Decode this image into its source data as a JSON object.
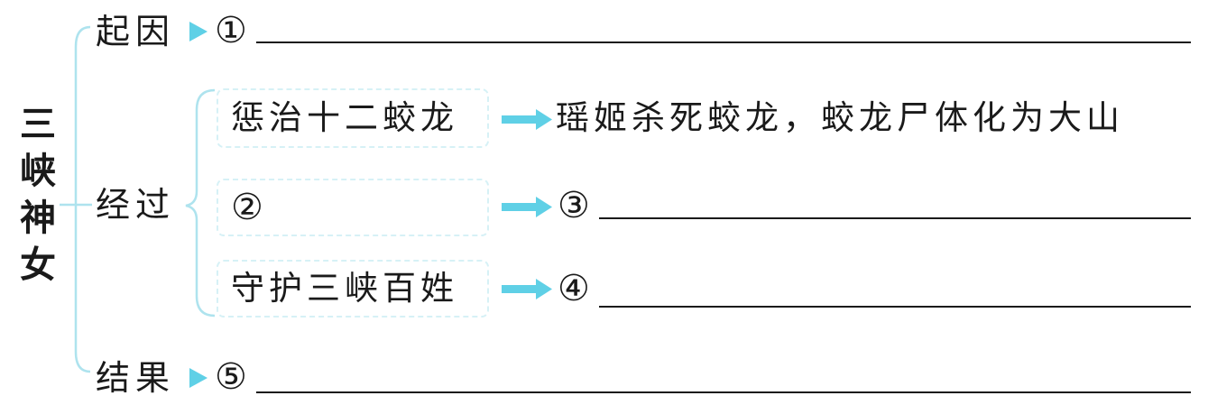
{
  "title_chars": [
    "三",
    "峡",
    "神",
    "女"
  ],
  "branches": {
    "cause": {
      "label": "起因",
      "number": "①"
    },
    "process": {
      "label": "经过"
    },
    "result": {
      "label": "结果",
      "number": "⑤"
    }
  },
  "process_rows": [
    {
      "box_text": "惩治十二蛟龙",
      "result_text": "瑶姬杀死蛟龙，蛟龙尸体化为大山"
    },
    {
      "box_text": "②",
      "result_number": "③"
    },
    {
      "box_text": "守护三峡百姓",
      "result_number": "④"
    }
  ],
  "colors": {
    "connector": "#aee3ee",
    "arrow": "#5fd0e6",
    "dashed_border": "#d6f1f6",
    "text": "#1a1a1a"
  }
}
